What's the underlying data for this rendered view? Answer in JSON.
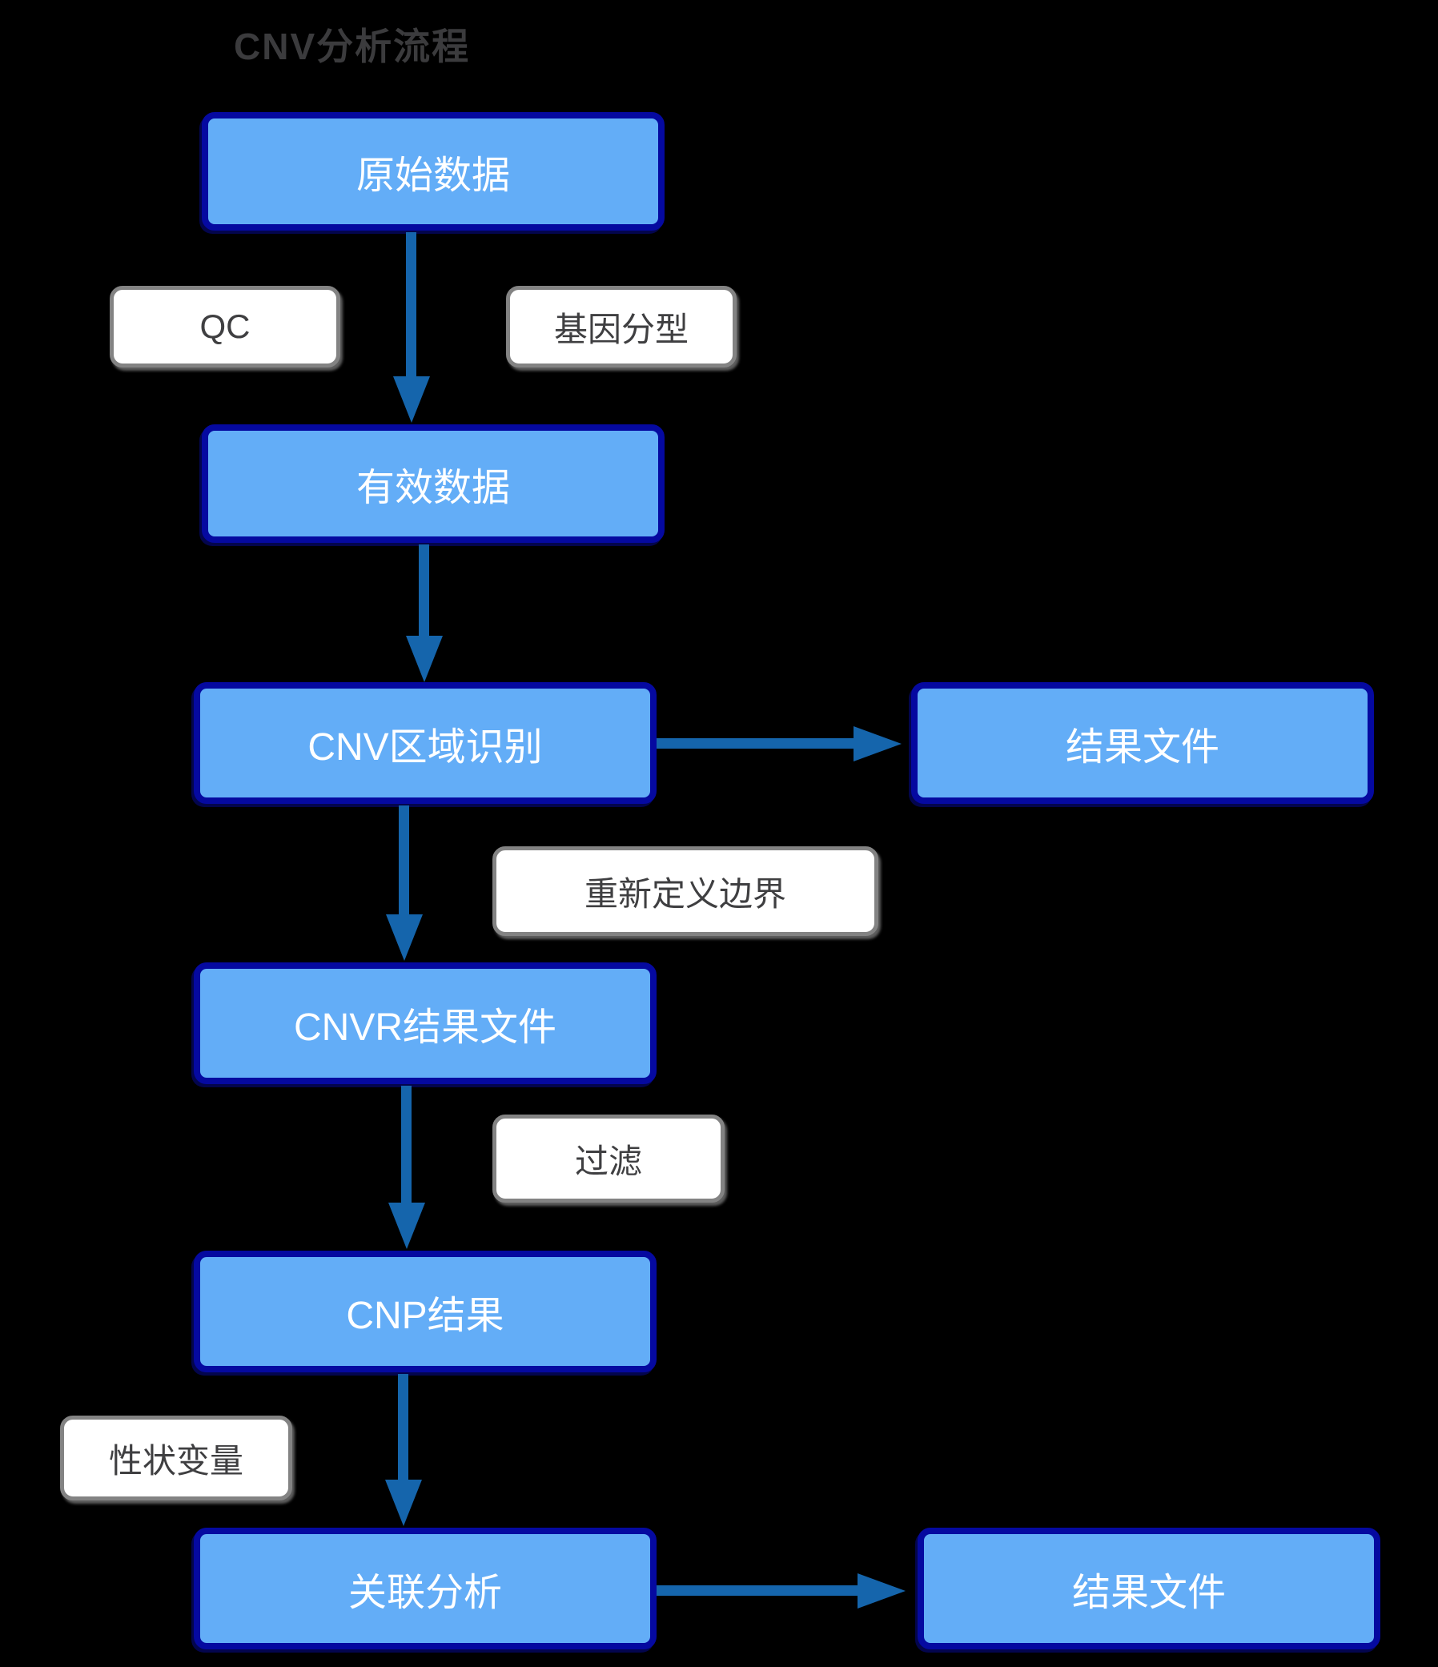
{
  "title": "CNV分析流程",
  "colors": {
    "background": "#000000",
    "node_fill": "#63ADF7",
    "node_border": "#0509A0",
    "node_text": "#FFFFFF",
    "arrow": "#1565AC",
    "label_fill": "#FFFFFF",
    "label_border": "#838383",
    "label_text": "#3F3F41",
    "title_text": "#3B3B3D"
  },
  "nodes": [
    {
      "id": "raw-data",
      "label": "原始数据"
    },
    {
      "id": "valid-data",
      "label": "有效数据"
    },
    {
      "id": "cnv-region",
      "label": "CNV区域识别"
    },
    {
      "id": "result-file-1",
      "label": "结果文件"
    },
    {
      "id": "cnvr-result",
      "label": "CNVR结果文件"
    },
    {
      "id": "cnp-result",
      "label": "CNP结果"
    },
    {
      "id": "association",
      "label": "关联分析"
    },
    {
      "id": "result-file-2",
      "label": "结果文件"
    }
  ],
  "side_labels": [
    {
      "id": "qc",
      "text": "QC"
    },
    {
      "id": "genotyping",
      "text": "基因分型"
    },
    {
      "id": "redefine-boundary",
      "text": "重新定义边界"
    },
    {
      "id": "filter",
      "text": "过滤"
    },
    {
      "id": "trait-variable",
      "text": "性状变量"
    }
  ],
  "edges": [
    {
      "from": "原始数据",
      "to": "有效数据",
      "labels": [
        "QC",
        "基因分型"
      ]
    },
    {
      "from": "有效数据",
      "to": "CNV区域识别",
      "labels": []
    },
    {
      "from": "CNV区域识别",
      "to": "结果文件",
      "labels": []
    },
    {
      "from": "CNV区域识别",
      "to": "CNVR结果文件",
      "labels": [
        "重新定义边界"
      ]
    },
    {
      "from": "CNVR结果文件",
      "to": "CNP结果",
      "labels": [
        "过滤"
      ]
    },
    {
      "from": "CNP结果",
      "to": "关联分析",
      "labels": [
        "性状变量"
      ]
    },
    {
      "from": "关联分析",
      "to": "结果文件",
      "labels": []
    }
  ]
}
